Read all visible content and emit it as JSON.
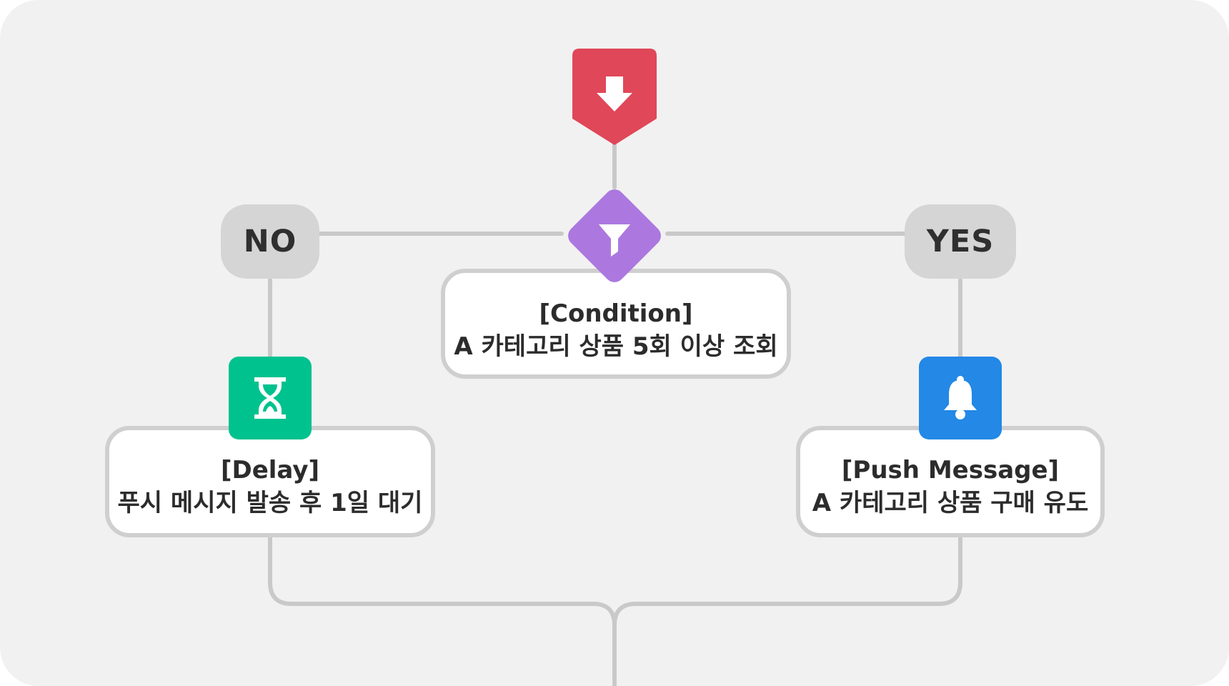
{
  "branches": {
    "no_label": "NO",
    "yes_label": "YES"
  },
  "trigger": {
    "icon": "arrow-down-icon",
    "color": "#e04759"
  },
  "condition": {
    "icon": "filter-icon",
    "color": "#ac78df",
    "title": "[Condition]",
    "description": "A 카테고리 상품 5회 이상 조회"
  },
  "delay": {
    "icon": "hourglass-icon",
    "color": "#00c28e",
    "title": "[Delay]",
    "description": "푸시 메시지 발송 후 1일 대기"
  },
  "push": {
    "icon": "bell-icon",
    "color": "#2388e6",
    "title": "[Push Message]",
    "description": "A 카테고리 상품 구매 유도"
  },
  "colors": {
    "background": "#f1f1f1",
    "connector": "#c9c9c9",
    "pill": "#d5d5d5"
  }
}
